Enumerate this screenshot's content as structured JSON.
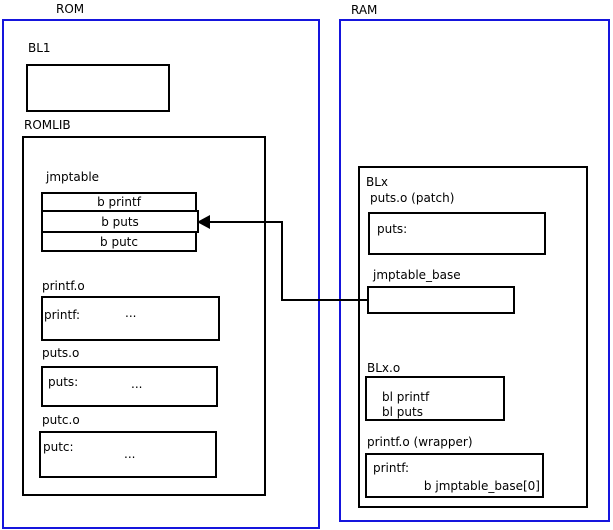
{
  "rom": {
    "label": "ROM",
    "bl1": {
      "label": "BL1"
    },
    "romlib": {
      "label": "ROMLIB",
      "jmptable": {
        "label": "jmptable",
        "rows": [
          "b printf",
          "b puts",
          "b putc"
        ]
      },
      "printf_o": {
        "label": "printf.o",
        "symbol": "printf:",
        "dots": "..."
      },
      "puts_o": {
        "label": "puts.o",
        "symbol": "puts:",
        "dots": "..."
      },
      "putc_o": {
        "label": "putc.o",
        "symbol": "putc:",
        "dots": "..."
      }
    }
  },
  "ram": {
    "label": "RAM",
    "blx": {
      "label": "BLx",
      "puts_patch": {
        "label": "puts.o (patch)",
        "symbol": "puts:"
      },
      "jmptable_base": {
        "label": "jmptable_base"
      },
      "blx_o": {
        "label": "BLx.o",
        "lines": [
          "bl printf",
          "bl puts"
        ]
      },
      "printf_wrapper": {
        "label": "printf.o (wrapper)",
        "symbol": "printf:",
        "instruction": "b jmptable_base[0]"
      }
    }
  },
  "colors": {
    "cluster_border": "#1515dd",
    "box_border": "#000000",
    "connector": "#000000",
    "background": "#ffffff"
  }
}
